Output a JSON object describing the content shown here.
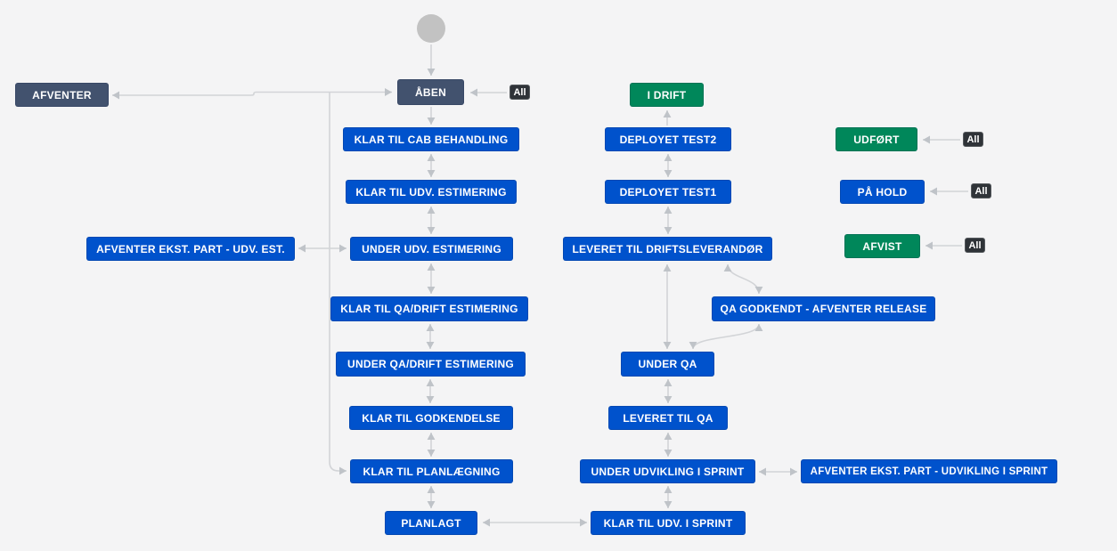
{
  "diagram": {
    "title": "Jira workflow status diagram",
    "colors": {
      "status_blue": "#0052CC",
      "status_green": "#00875A",
      "status_slate": "#42526E",
      "badge_dark": "#2f3338",
      "arrow_gray": "#c6cacf",
      "start_node_gray": "#c2c2c2",
      "canvas_background": "#f4f4f5"
    },
    "statuses": [
      {
        "id": "aaben",
        "label": "ÅBEN",
        "color": "slate"
      },
      {
        "id": "afventer",
        "label": "AFVENTER",
        "color": "slate"
      },
      {
        "id": "klar-til-cab-behandling",
        "label": "KLAR TIL CAB BEHANDLING",
        "color": "blue"
      },
      {
        "id": "klar-til-udv-estimering",
        "label": "KLAR TIL UDV. ESTIMERING",
        "color": "blue"
      },
      {
        "id": "under-udv-estimering",
        "label": "UNDER UDV. ESTIMERING",
        "color": "blue"
      },
      {
        "id": "afventer-ekst-part-udv-est",
        "label": "AFVENTER EKST. PART - UDV. EST.",
        "color": "blue"
      },
      {
        "id": "klar-til-qa-drift-estimering",
        "label": "KLAR TIL QA/DRIFT ESTIMERING",
        "color": "blue"
      },
      {
        "id": "under-qa-drift-estimering",
        "label": "UNDER QA/DRIFT ESTIMERING",
        "color": "blue"
      },
      {
        "id": "klar-til-godkendelse",
        "label": "KLAR TIL GODKENDELSE",
        "color": "blue"
      },
      {
        "id": "klar-til-planlaegning",
        "label": "KLAR TIL PLANLÆGNING",
        "color": "blue"
      },
      {
        "id": "planlagt",
        "label": "PLANLAGT",
        "color": "blue"
      },
      {
        "id": "i-drift",
        "label": "I DRIFT",
        "color": "green"
      },
      {
        "id": "deployet-test2",
        "label": "DEPLOYET TEST2",
        "color": "blue"
      },
      {
        "id": "deployet-test1",
        "label": "DEPLOYET TEST1",
        "color": "blue"
      },
      {
        "id": "leveret-til-driftsleverandoer",
        "label": "LEVERET TIL DRIFTSLEVERANDØR",
        "color": "blue"
      },
      {
        "id": "qa-godkendt-afventer-release",
        "label": "QA GODKENDT - AFVENTER RELEASE",
        "color": "blue"
      },
      {
        "id": "under-qa",
        "label": "UNDER QA",
        "color": "blue"
      },
      {
        "id": "leveret-til-qa",
        "label": "LEVERET TIL QA",
        "color": "blue"
      },
      {
        "id": "under-udvikling-i-sprint",
        "label": "UNDER UDVIKLING I SPRINT",
        "color": "blue"
      },
      {
        "id": "afventer-ekst-part-udvikling-i-sprint",
        "label": "AFVENTER EKST. PART - UDVIKLING I SPRINT",
        "color": "blue"
      },
      {
        "id": "klar-til-udv-i-sprint",
        "label": "KLAR TIL UDV. I SPRINT",
        "color": "blue"
      },
      {
        "id": "udfoert",
        "label": "UDFØRT",
        "color": "green"
      },
      {
        "id": "paa-hold",
        "label": "PÅ HOLD",
        "color": "blue"
      },
      {
        "id": "afvist",
        "label": "AFVIST",
        "color": "green"
      }
    ],
    "all_badges": [
      {
        "label": "All",
        "target": "aaben"
      },
      {
        "label": "All",
        "target": "udfoert"
      },
      {
        "label": "All",
        "target": "paa-hold"
      },
      {
        "label": "All",
        "target": "afvist"
      }
    ]
  }
}
